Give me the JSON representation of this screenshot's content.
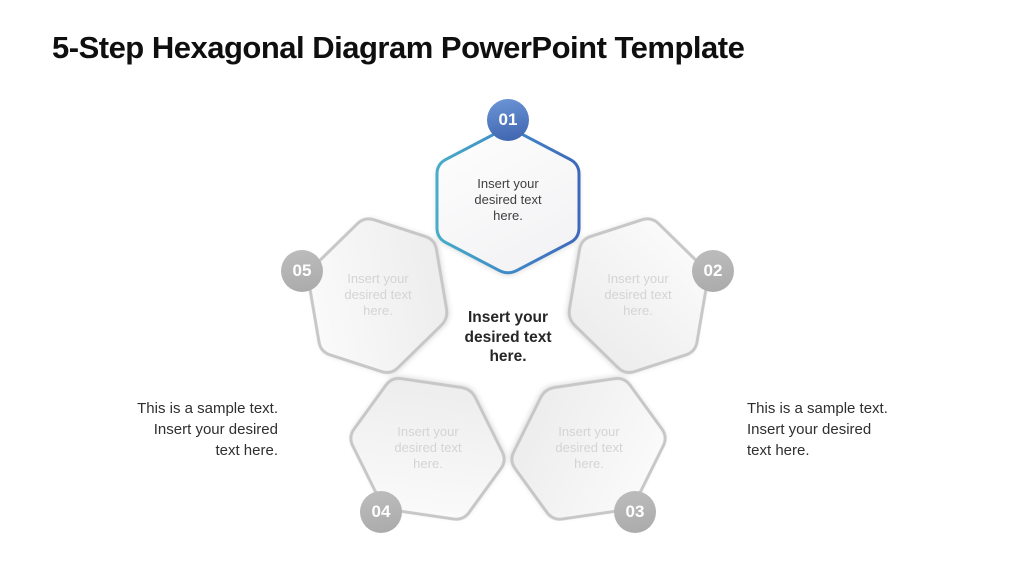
{
  "slide": {
    "title": "5-Step Hexagonal Diagram PowerPoint Template",
    "center_placeholder": "Insert your\ndesired text\nhere.",
    "notes": {
      "left": "This is a sample text.\nInsert your desired\ntext here.",
      "right": "This is a sample text.\nInsert your desired\ntext here."
    },
    "steps": [
      {
        "number": "01",
        "text": "Insert your\ndesired text\nhere.",
        "state": "active"
      },
      {
        "number": "02",
        "text": "Insert your\ndesired text\nhere.",
        "state": "default"
      },
      {
        "number": "03",
        "text": "Insert your\ndesired text\nhere.",
        "state": "default"
      },
      {
        "number": "04",
        "text": "Insert your\ndesired text\nhere.",
        "state": "default"
      },
      {
        "number": "05",
        "text": "Insert your\ndesired text\nhere.",
        "state": "default"
      }
    ],
    "colors": {
      "accent_teal": "#47adc8",
      "accent_blue": "#3e68bc",
      "badge_blue_top": "#6c96d6",
      "badge_blue_bottom": "#3e63ae",
      "badge_gray": "#b3b3b3",
      "hex_border_gray": "#c7c7c7",
      "hex_fill_light": "#fdfdfe",
      "hex_fill_dark": "#ededee",
      "placeholder_text_gray": "#d4d4d4",
      "title_text": "#0f0f0f"
    }
  }
}
